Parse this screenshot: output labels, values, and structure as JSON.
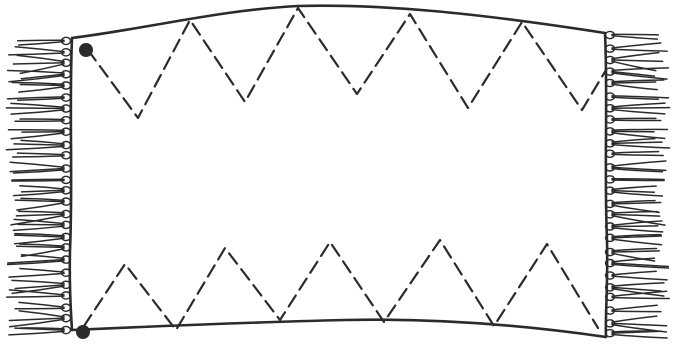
{
  "illustration": {
    "subject": "rug",
    "ink_color": "#2b2b2b",
    "background_color": "#ffffff",
    "pattern": "zigzag-dashed-stitching",
    "fringe_sides": [
      "left",
      "right"
    ],
    "corner_dots": [
      "top-left",
      "bottom-left"
    ]
  }
}
